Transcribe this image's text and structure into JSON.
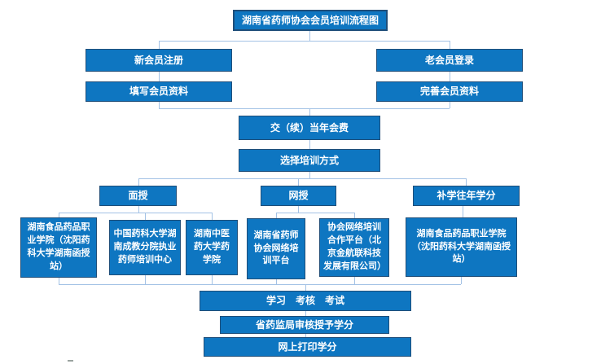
{
  "title": "湖南省药师协会会员培训流程图",
  "nodes": {
    "new_member_register": "新会员注册",
    "old_member_login": "老会员登录",
    "fill_member_info": "填写会员资料",
    "complete_member_info": "完善会员资料",
    "pay_annual_fee": "交（续）当年会费",
    "select_training_mode": "选择培训方式",
    "face_to_face": "面授",
    "online_teaching": "网授",
    "makeup_past_credits": "补学往年学分",
    "face_org_1": "湖南食品药品职业学院（沈阳药科大学湖南函授站）",
    "face_org_2": "中国药科大学湖南成教分院执业药师培训中心",
    "face_org_3": "湖南中医药大学药学院",
    "online_org_1": "湖南省药师协会网络培训平台",
    "online_org_2": "协会网络培训合作平台（北京金航联科技发展有限公司）",
    "makeup_org_1": "湖南食品药品职业学院（沈阳药科大学湖南函授站）",
    "study_assess_exam": "学习　考核　考试",
    "bureau_review_credits": "省药监局审核授予学分",
    "print_credits_online": "网上打印学分"
  },
  "colors": {
    "box_fill": "#0E76C1",
    "box_border": "#1F4E79",
    "connector": "#A3C2E5",
    "box_text": "#FFFFFF"
  }
}
